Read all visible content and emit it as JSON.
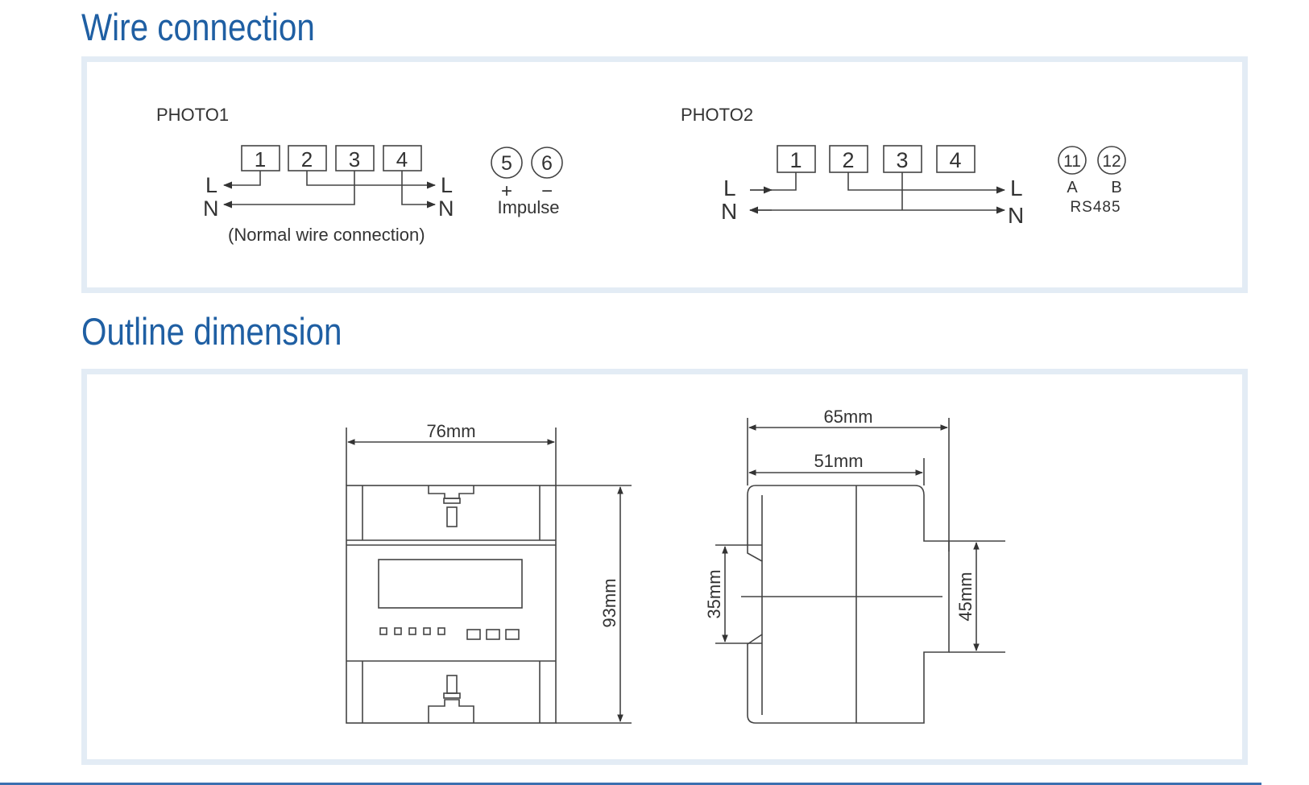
{
  "sections": {
    "wire_title": "Wire connection",
    "outline_title": "Outline dimension"
  },
  "photo1": {
    "title": "PHOTO1",
    "terminals": [
      "1",
      "2",
      "3",
      "4"
    ],
    "line_left": "L",
    "neutral_left": "N",
    "line_right": "L",
    "neutral_right": "N",
    "note": "(Normal wire connection)",
    "impulse_terminals": [
      "5",
      "6"
    ],
    "impulse_plus": "+",
    "impulse_minus": "−",
    "impulse_label": "Impulse"
  },
  "photo2": {
    "title": "PHOTO2",
    "terminals": [
      "1",
      "2",
      "3",
      "4"
    ],
    "line_left": "L",
    "neutral_left": "N",
    "line_right": "L",
    "neutral_right": "N",
    "rs485_terminals": [
      "11",
      "12"
    ],
    "rs485_a": "A",
    "rs485_b": "B",
    "rs485_label": "RS485"
  },
  "outline": {
    "front_width": "76mm",
    "front_height": "93mm",
    "side_total_width": "65mm",
    "side_body_width": "51mm",
    "side_left_height": "35mm",
    "side_right_height": "45mm"
  },
  "colors": {
    "title_blue": "#1f5fa3",
    "panel_border": "#e3ecf5",
    "line_gray": "#333333",
    "bottom_rule": "#3b6fb0"
  }
}
